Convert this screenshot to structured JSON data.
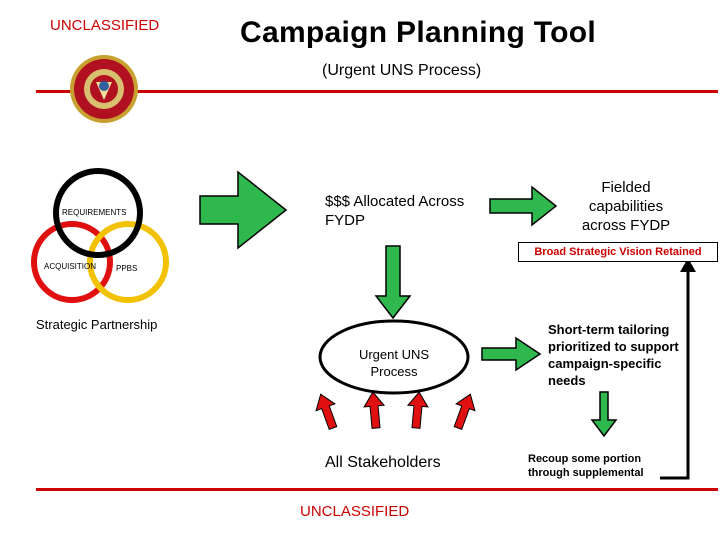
{
  "header": {
    "classification_top": "UNCLASSIFIED",
    "title": "Campaign Planning Tool",
    "subtitle": "(Urgent UNS Process)"
  },
  "venn": {
    "requirements": "REQUIREMENTS",
    "acquisition": "ACQUISITION",
    "ppbs": "PPBS",
    "caption": "Strategic Partnership"
  },
  "flow": {
    "allocated": "$$$ Allocated Across FYDP",
    "fielded": "Fielded capabilities across FYDP",
    "broad_vision": "Broad Strategic Vision Retained",
    "urgent_uns": "Urgent UNS Process",
    "short_term": "Short-term tailoring prioritized to support campaign-specific needs",
    "stakeholders": "All Stakeholders",
    "recoup": "Recoup some portion through supplemental"
  },
  "footer": {
    "classification_bottom": "UNCLASSIFIED"
  },
  "colors": {
    "red": "#cc0000",
    "green": "#2eb84e",
    "yellow": "#f2c200",
    "black": "#000000"
  }
}
